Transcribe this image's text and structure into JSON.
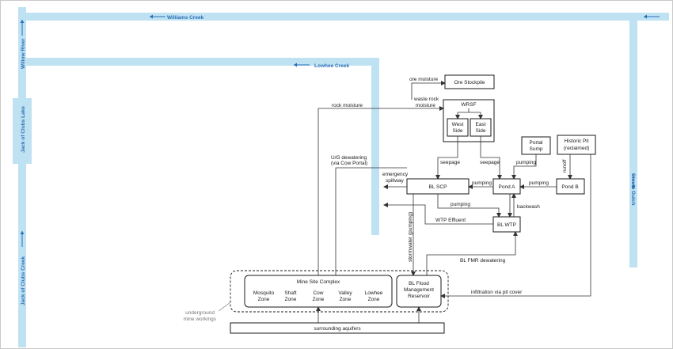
{
  "waterways": {
    "williams_creek": "Williams Creek",
    "lowhee_creek": "Lowhee Creek",
    "willow_river": "Willow River",
    "jack_of_clubs_lake": "Jack of Clubs Lake",
    "jack_of_clubs_creek": "Jack of Clubs Creek",
    "stouts_gulch": "Stouts Gulch"
  },
  "nodes": {
    "ore_stockpile": "Ore Stockpile",
    "wrsf": "WRSF",
    "west_side": [
      "West",
      "Side"
    ],
    "east_side": [
      "East",
      "Side"
    ],
    "portal_sump": [
      "Portal",
      "Sump"
    ],
    "historic_pit": [
      "Historic Pit",
      "(reclaimed)"
    ],
    "bl_scp": "BL SCP",
    "pond_a": "Pond A",
    "pond_b": "Pond B",
    "bl_wtp": "BL WTP",
    "mine_site_complex": "Mine Site Complex",
    "zones": [
      [
        "Mosquito",
        "Zone"
      ],
      [
        "Shaft",
        "Zone"
      ],
      [
        "Cow",
        "Zone"
      ],
      [
        "Valley",
        "Zone"
      ],
      [
        "Lowhee",
        "Zone"
      ]
    ],
    "bl_fmr": [
      "BL Flood",
      "Management",
      "Reservoir"
    ],
    "surrounding_aquifers": "surrounding aquifers",
    "underground_workings": [
      "underground",
      "mine workings"
    ]
  },
  "flows": {
    "ore_moisture": "ore moisture",
    "waste_rock_moisture": [
      "waste rock",
      "moisture"
    ],
    "rock_moisture": "rock moisture",
    "ug_dewatering": [
      "U/G dewatering",
      "(via Cow Portal)"
    ],
    "emergency_spillway": [
      "emergency",
      "spillway"
    ],
    "seepage_west": "seepage",
    "seepage_east": "seepage",
    "pumping_portal": "pumping",
    "runoff": "runoff",
    "pumping_scp": "pumping",
    "pumping_pondb": "pumping",
    "pumping_wtp": "pumping",
    "backwash": "backwash",
    "wtp_effluent": "WTP Effluent",
    "stormwater": "stormwater (pumping)",
    "bl_fmr_dewatering": "BL FMR dewatering",
    "infiltration": "infiltration via pit cover"
  },
  "colors": {
    "water": "#bfe2f3",
    "water_label": "#2a6fb5",
    "line": "#333333"
  }
}
